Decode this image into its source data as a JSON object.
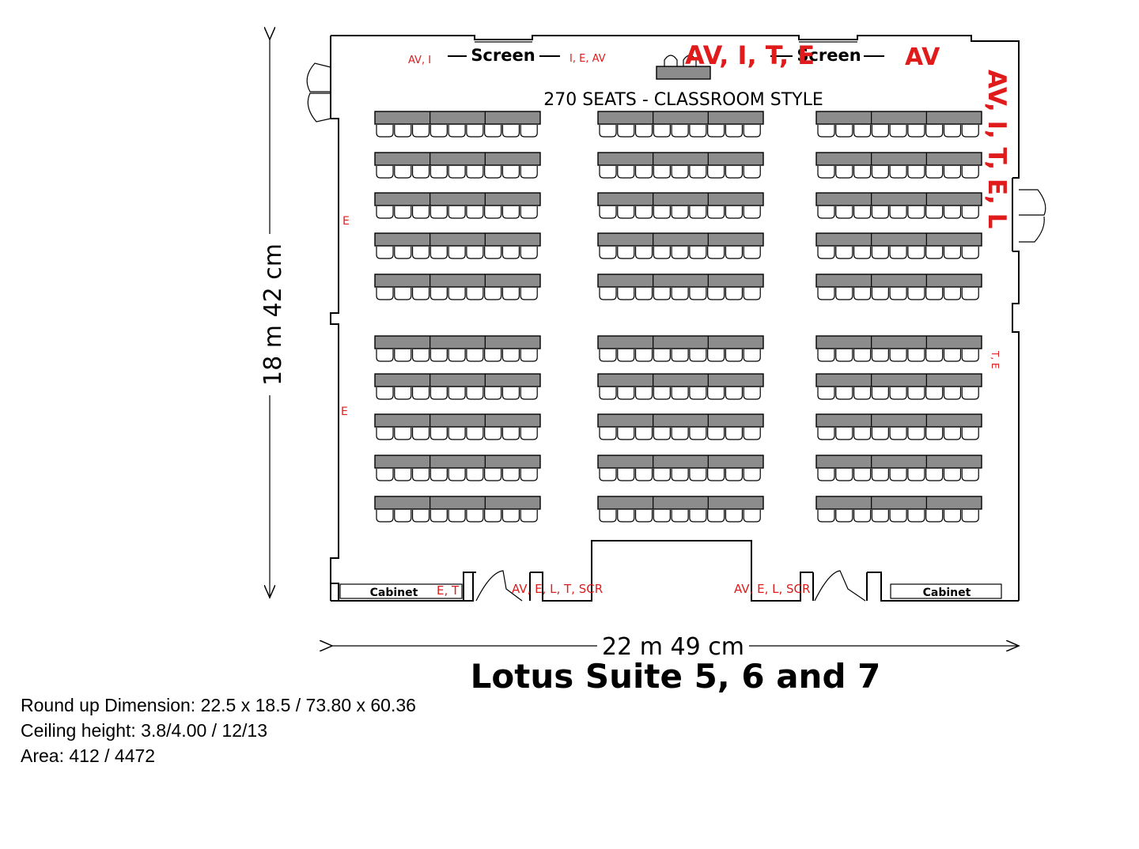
{
  "title": "Lotus Suite 5, 6 and 7",
  "seating_label": "270 SEATS - CLASSROOM STYLE",
  "dimensions": {
    "height_label": "18 m 42 cm",
    "width_label": "22 m 49 cm"
  },
  "screens": {
    "left": "Screen",
    "right": "Screen"
  },
  "cabinets": {
    "left": "Cabinet",
    "right": "Cabinet"
  },
  "utility_labels": {
    "top_far_left": "AV, I",
    "top_left_of_center": "I, E, AV",
    "top_center_large": "AV, I, T, E",
    "top_right": "AV",
    "right_upper_vertical": "AV, I, T, E, L",
    "right_middle": "T, E",
    "left_upper": "E",
    "left_lower": "E",
    "bottom_cabinet": "E, T",
    "bottom_left_door": "AV, E, L, T, SCR",
    "bottom_right_door": "AV, E, L, SCR"
  },
  "info": {
    "roundup": "Round up Dimension: 22.5 x 18.5 / 73.80 x 60.36",
    "ceiling": "Ceiling height: 3.8/4.00 / 12/13",
    "area": "Area: 412 / 4472"
  },
  "layout": {
    "sections": 3,
    "rows_per_section": 10,
    "chairs_per_row": 9
  },
  "colors": {
    "label_red": "#e01b1b",
    "table_grey": "#8c8c8c"
  }
}
